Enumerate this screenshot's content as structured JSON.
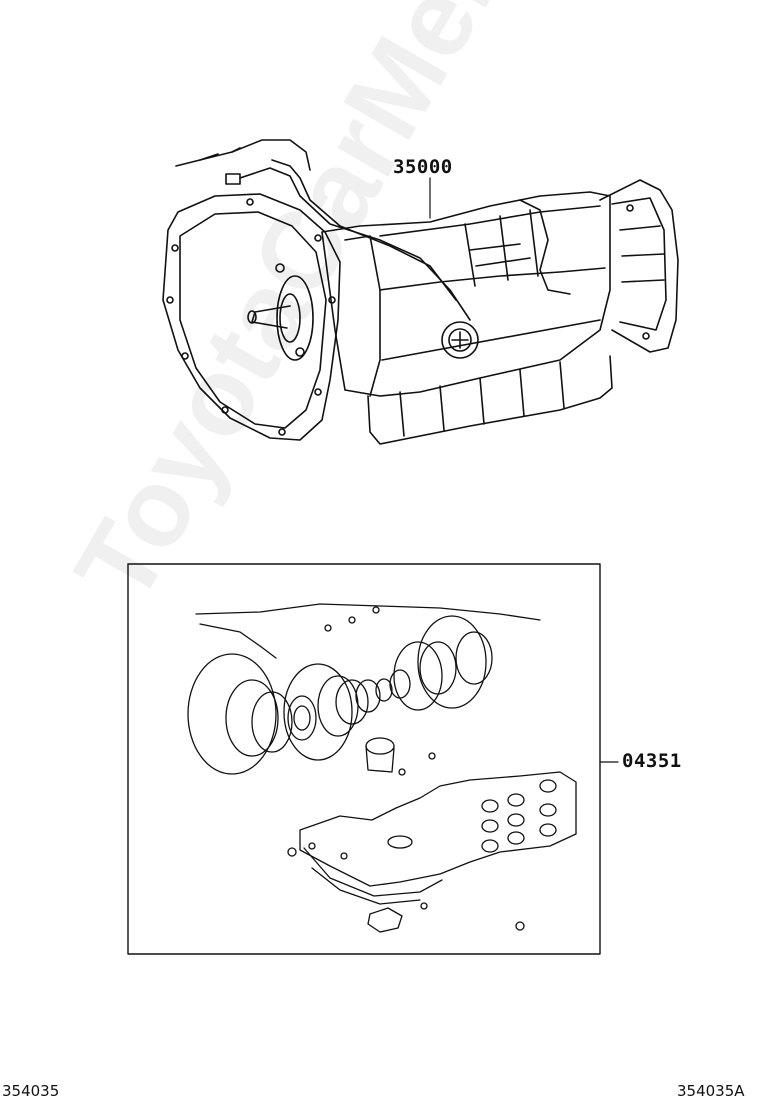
{
  "callouts": {
    "transmission_part_no": "35000",
    "gasket_kit_part_no": "04351"
  },
  "footer": {
    "left_code": "354035",
    "right_code": "354035A"
  },
  "watermark": {
    "text": "ToyotaCarMe.ru"
  },
  "colors": {
    "line": "#111111",
    "background": "#ffffff"
  }
}
